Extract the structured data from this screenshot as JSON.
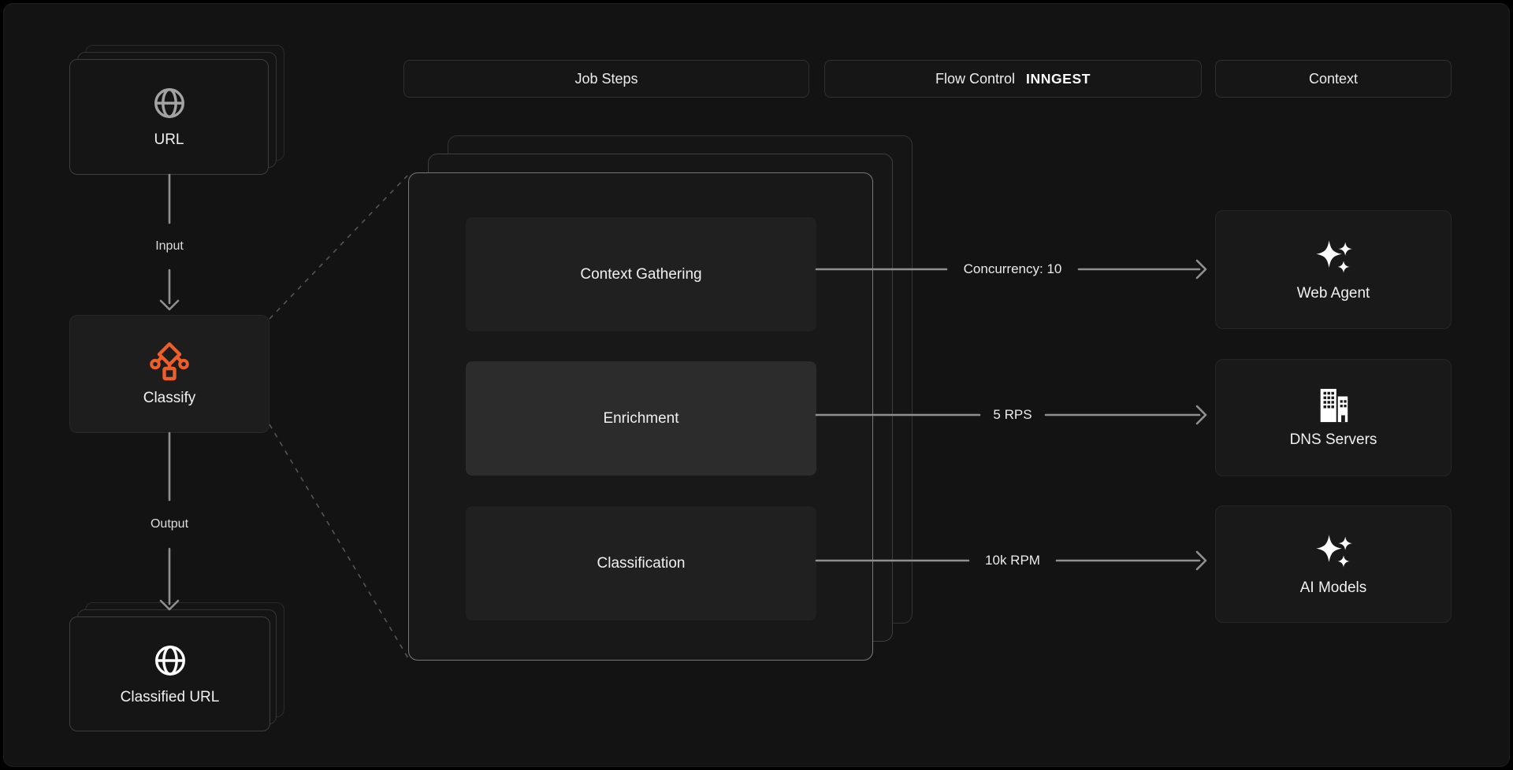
{
  "headers": {
    "job_steps": "Job Steps",
    "flow_control": "Flow Control",
    "brand": "INNGEST",
    "context": "Context"
  },
  "pipeline": {
    "input_card": {
      "label": "URL",
      "icon": "globe-icon"
    },
    "input_arrow_label": "Input",
    "processor": {
      "label": "Classify",
      "icon": "classify-tree-icon"
    },
    "output_arrow_label": "Output",
    "output_card": {
      "label": "Classified URL",
      "icon": "globe-icon"
    }
  },
  "job_steps": [
    {
      "label": "Context Gathering"
    },
    {
      "label": "Enrichment",
      "highlighted": true
    },
    {
      "label": "Classification"
    }
  ],
  "flow_controls": [
    {
      "label": "Concurrency: 10"
    },
    {
      "label": "5 RPS"
    },
    {
      "label": "10k RPM"
    }
  ],
  "context_targets": [
    {
      "label": "Web Agent",
      "icon": "sparkles-icon"
    },
    {
      "label": "DNS Servers",
      "icon": "buildings-icon"
    },
    {
      "label": "AI Models",
      "icon": "sparkles-icon"
    }
  ],
  "colors": {
    "accent_orange": "#ED5E2B",
    "background": "#131313",
    "line_gray": "#8F8F8F"
  }
}
